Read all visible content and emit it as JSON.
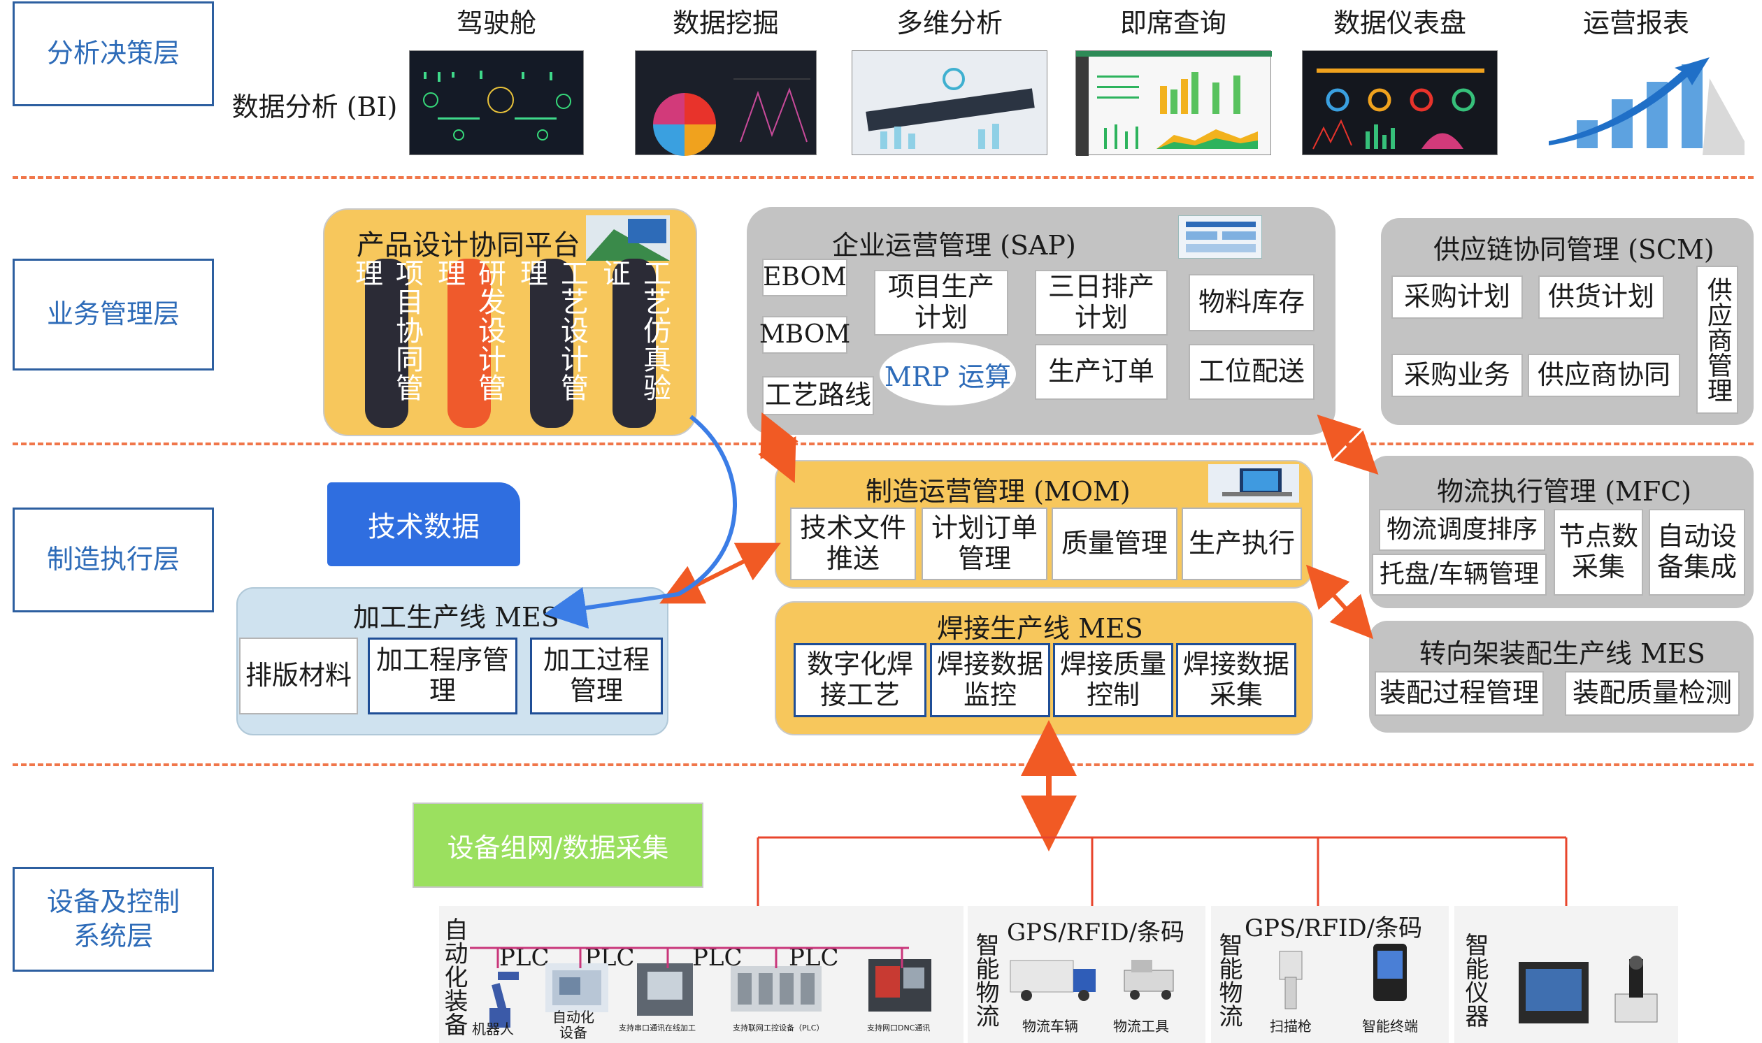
{
  "layers": [
    "分析决策层",
    "业务管理层",
    "制造执行层",
    "设备及控制系统层"
  ],
  "bi": {
    "label": "数据分析 (BI)",
    "screens": [
      "驾驶舱",
      "数据挖掘",
      "多维分析",
      "即席查询",
      "数据仪表盘",
      "运营报表"
    ]
  },
  "pdm": {
    "title": "产品设计协同平台",
    "columns": [
      "项目协同管理",
      "研发设计管理",
      "工艺设计管理",
      "工艺仿真验证"
    ]
  },
  "sap": {
    "title": "企业运营管理 (SAP)",
    "left": [
      "EBOM",
      "MBOM",
      "工艺路线"
    ],
    "plan": "项目生产计划",
    "mrp": "MRP 运算",
    "schedule": "三日排产计划",
    "order": "生产订单",
    "inventory": "物料库存",
    "station": "工位配送"
  },
  "scm": {
    "title": "供应链协同管理 (SCM)",
    "items": [
      "采购计划",
      "供货计划",
      "采购业务",
      "供应商协同"
    ],
    "vertical": "供应商管理"
  },
  "mom": {
    "title": "制造运营管理 (MOM)",
    "items": [
      "技术文件推送",
      "计划订单管理",
      "质量管理",
      "生产执行"
    ]
  },
  "mfc": {
    "title": "物流执行管理 (MFC)",
    "items": [
      "物流调度排序",
      "托盘/车辆管理",
      "节点数采集",
      "自动设备集成"
    ]
  },
  "tech_data": "技术数据",
  "machining": {
    "title": "加工生产线 MES",
    "items": [
      "排版材料",
      "加工程序管理",
      "加工过程管理"
    ]
  },
  "welding": {
    "title": "焊接生产线 MES",
    "items": [
      "数字化焊接工艺",
      "焊接数据监控",
      "焊接质量控制",
      "焊接数据采集"
    ]
  },
  "bogie": {
    "title": "转向架装配生产线 MES",
    "items": [
      "装配过程管理",
      "装配质量检测"
    ]
  },
  "network": "设备组网/数据采集",
  "equipment": {
    "auto_label": "自动化装备",
    "plc": "PLC",
    "auto_items": [
      "机器人",
      "自动化设备",
      "支持串口通讯在线加工",
      "支持联网工控设备（PLC）",
      "支持网口DNC通讯"
    ],
    "gps": "GPS/RFID/条码",
    "logistics_label": "智能物流",
    "logistics_items": [
      "物流车辆",
      "物流工具"
    ],
    "scan_items": [
      "扫描枪",
      "智能终端"
    ],
    "instrument_label": "智能仪器"
  },
  "colors": {
    "layer_border": "#2d5fa0",
    "divider": "#f0764a",
    "yellow": "#f7c75c",
    "gray": "#c3c3c3",
    "light_blue": "#cfe2ef",
    "dark_col": "#2b2b36",
    "orange_col": "#ef5a2c",
    "tech_blue": "#2f6ee0",
    "green": "#9be05f",
    "arrow_orange": "#f15a24",
    "arrow_blue": "#3b7de6",
    "bus_red": "#e8452c"
  }
}
